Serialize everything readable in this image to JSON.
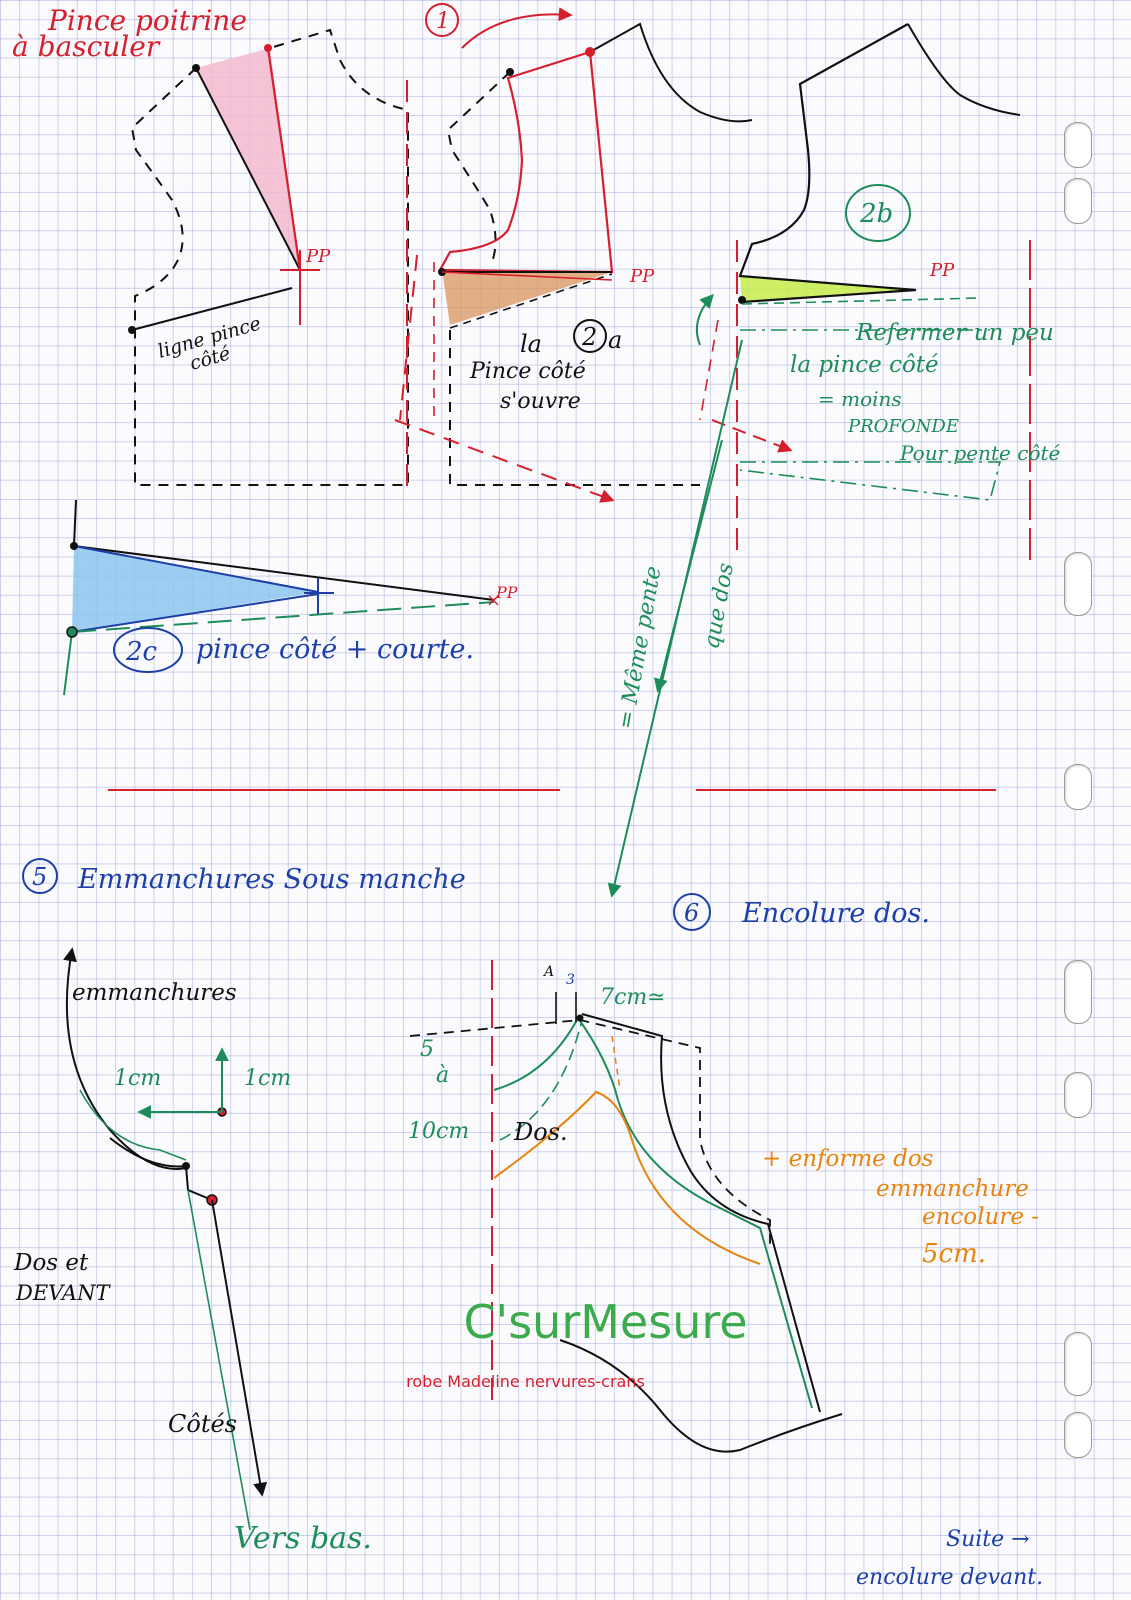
{
  "colors": {
    "ink_black": "#111111",
    "ink_red": "#d61f2c",
    "ink_blue": "#1c3fa8",
    "ink_green": "#1d8c5a",
    "ink_orange": "#e8830f",
    "fill_pink": "#f3b6cc",
    "fill_orange": "#d9945c",
    "fill_yellow": "#c6ec4a",
    "fill_blue": "#8cc4ee",
    "brand_green": "#3cab4b"
  },
  "step1": {
    "number": "1",
    "title_line1": "Pince poitrine",
    "title_line2": "à basculer",
    "line_label_1": "ligne pince",
    "line_label_2": "côté",
    "pp": "PP"
  },
  "step2a": {
    "number": "2",
    "suffix": "a",
    "prefix": "la",
    "text_line1": "Pince côté",
    "text_line2": "s'ouvre",
    "pp": "PP"
  },
  "step2b": {
    "number": "2b",
    "note_1": "Refermer un peu",
    "note_2": "la pince côté",
    "note_3": "= moins",
    "note_4": "PROFONDE",
    "note_5": "Pour pente côté",
    "pp": "PP",
    "vertical_1": "= Même pente",
    "vertical_2": "que dos"
  },
  "step2c": {
    "number": "2c",
    "caption": "pince côté + courte.",
    "pp": "PP"
  },
  "step5": {
    "number": "5",
    "title": "Emmanchures Sous manche",
    "label_emmanchures": "emmanchures",
    "measure_1": "1cm",
    "measure_2": "1cm",
    "label_dos_1": "Dos et",
    "label_dos_2": "DEVANT",
    "label_cotes": "Côtés",
    "label_vers_bas": "Vers bas."
  },
  "step6": {
    "number": "6",
    "title": "Encolure dos.",
    "mark_a": "A",
    "mark_3": "3",
    "measure_7": "7cm≃",
    "range_1": "5",
    "range_2": "à",
    "range_3": "10cm",
    "label_dos": "Dos.",
    "orange_1": "+ enforme dos",
    "orange_2": "emmanchure",
    "orange_3": "encolure -",
    "orange_4": "5cm."
  },
  "footer": {
    "line_1": "Suite →",
    "line_2": "encolure devant."
  },
  "brand": {
    "title": "C'surMesure",
    "subtitle": "robe Madeline nervures-crans"
  }
}
